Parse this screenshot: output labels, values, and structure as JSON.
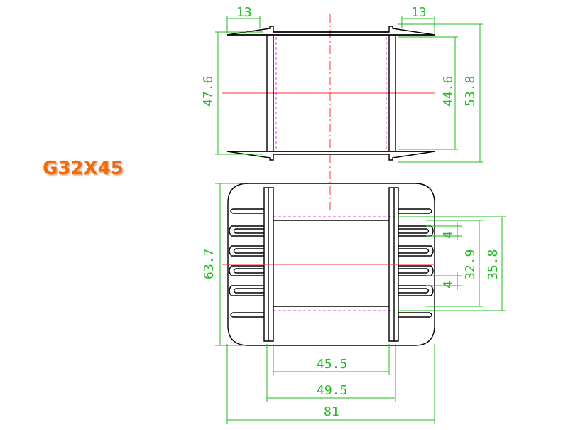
{
  "model": "G32X45",
  "dims": {
    "top_left_flange": "13",
    "top_right_flange": "13",
    "top_height_outer": "47.6",
    "top_height_inner": "44.6",
    "top_height_total": "53.8",
    "bottom_height": "63.7",
    "slot_width_upper": "4",
    "slot_width_lower": "4",
    "pin_span_inner": "32.9",
    "pin_span_outer": "35.8",
    "width_inner": "45.5",
    "width_mid": "49.5",
    "width_total": "81"
  },
  "colors": {
    "dimension": "#22bb22",
    "outline": "#000000",
    "centerline": "#ff3030",
    "hidden": "#dd44dd",
    "title": "#f06a10"
  }
}
